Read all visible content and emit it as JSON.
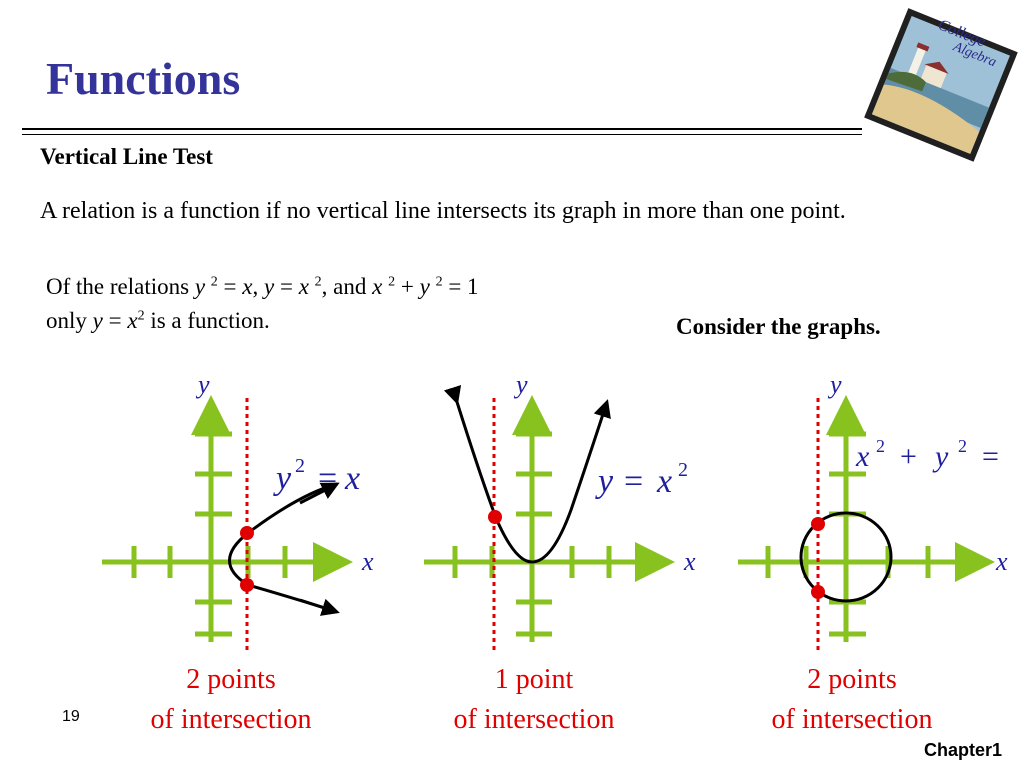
{
  "slide": {
    "title": "Functions",
    "heading": "Vertical Line Test",
    "paragraph": "A relation is a function if no vertical line intersects its graph in more than one point.",
    "relations": {
      "line1_prefix": "Of the relations ",
      "line2_prefix": "only ",
      "line2_suffix": "is a function."
    },
    "consider": "Consider the graphs.",
    "page_number": "19",
    "footer": "Chapter1"
  },
  "logo": {
    "text_college": "College",
    "text_algebra": "Algebra",
    "sky_color": "#9fc1d8",
    "sand_color": "#e0c78e",
    "sea_color": "#5f8ea6"
  },
  "graphs": [
    {
      "x_label": "x",
      "y_label": "y",
      "equation_lhs": "y",
      "equation_rhs": "x",
      "caption_line1": "2 points",
      "caption_line2": "of intersection"
    },
    {
      "x_label": "x",
      "y_label": "y",
      "equation_lhs": "y",
      "equation_rhs": "x",
      "caption_line1": "1 point",
      "caption_line2": "of intersection"
    },
    {
      "x_label": "x",
      "y_label": "y",
      "equation_lhs": "x",
      "equation_rhs": "y",
      "caption_line1": "2 points",
      "caption_line2": "of intersection"
    }
  ],
  "colors": {
    "title": "#333399",
    "axis": "#88c21f",
    "curve": "#000000",
    "test_line": "#e00000",
    "label": "#1f1f9f"
  }
}
